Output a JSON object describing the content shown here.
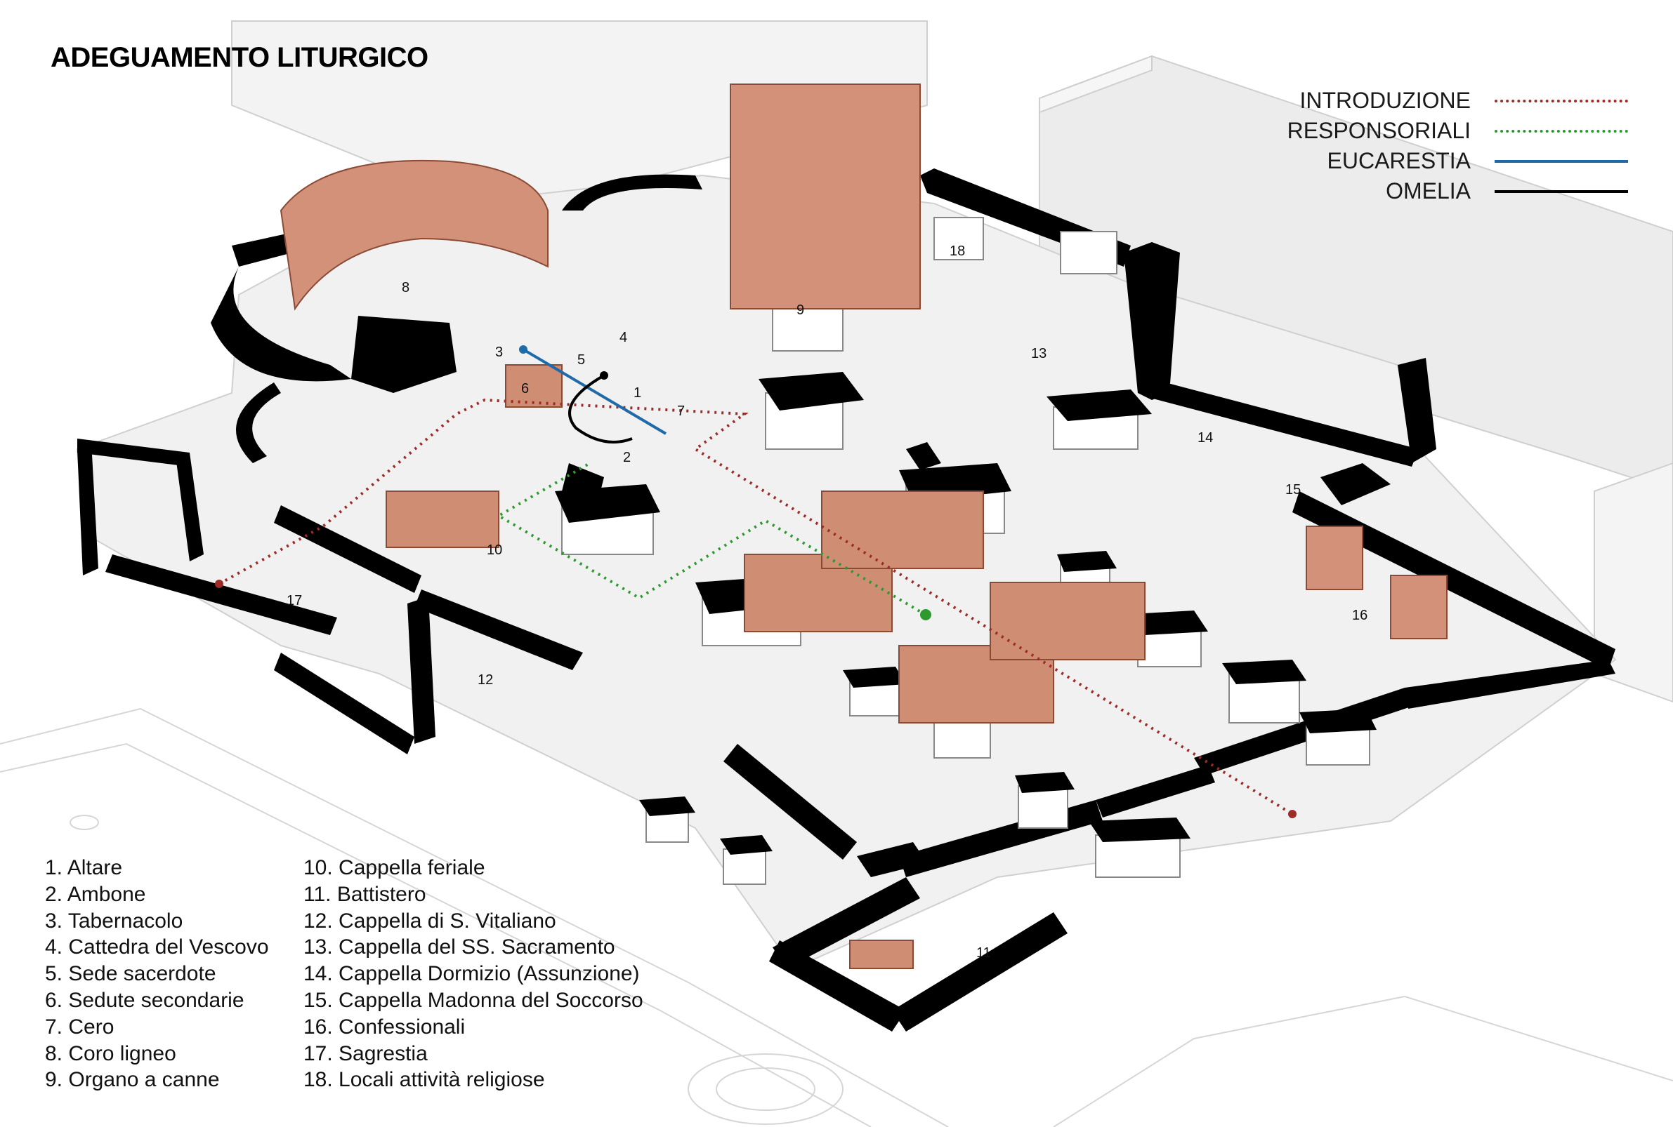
{
  "title": "ADEGUAMENTO LITURGICO",
  "legend": [
    {
      "label": "INTRODUZIONE",
      "color": "#9e2b25",
      "style": "dotted"
    },
    {
      "label": "RESPONSORIALI",
      "color": "#2e9a2e",
      "style": "dotted"
    },
    {
      "label": "EUCARESTIA",
      "color": "#1f6aa8",
      "style": "solid"
    },
    {
      "label": "OMELIA",
      "color": "#000000",
      "style": "solid"
    }
  ],
  "key_left": [
    "1. Altare",
    "2. Ambone",
    "3. Tabernacolo",
    "4. Cattedra del Vescovo",
    "5. Sede sacerdote",
    "6. Sedute secondarie",
    "7. Cero",
    "8. Coro ligneo",
    "9. Organo a canne"
  ],
  "key_right": [
    "10. Cappella feriale",
    "11. Battistero",
    "12. Cappella di S. Vitaliano",
    "13. Cappella del SS. Sacramento",
    "14. Cappella Dormizio (Assunzione)",
    "15. Cappella Madonna del Soccorso",
    "16. Confessionali",
    "17. Sagrestia",
    "18. Locali attività religiose"
  ],
  "plan_numbers": [
    "1",
    "2",
    "3",
    "4",
    "5",
    "6",
    "7",
    "8",
    "9",
    "10",
    "11",
    "12",
    "13",
    "14",
    "15",
    "16",
    "17",
    "18"
  ],
  "colors": {
    "wall": "#000000",
    "floor": "#f2f2f2",
    "wood": "#d3917a",
    "block": "#ffffff",
    "background_building": "#ececec"
  }
}
